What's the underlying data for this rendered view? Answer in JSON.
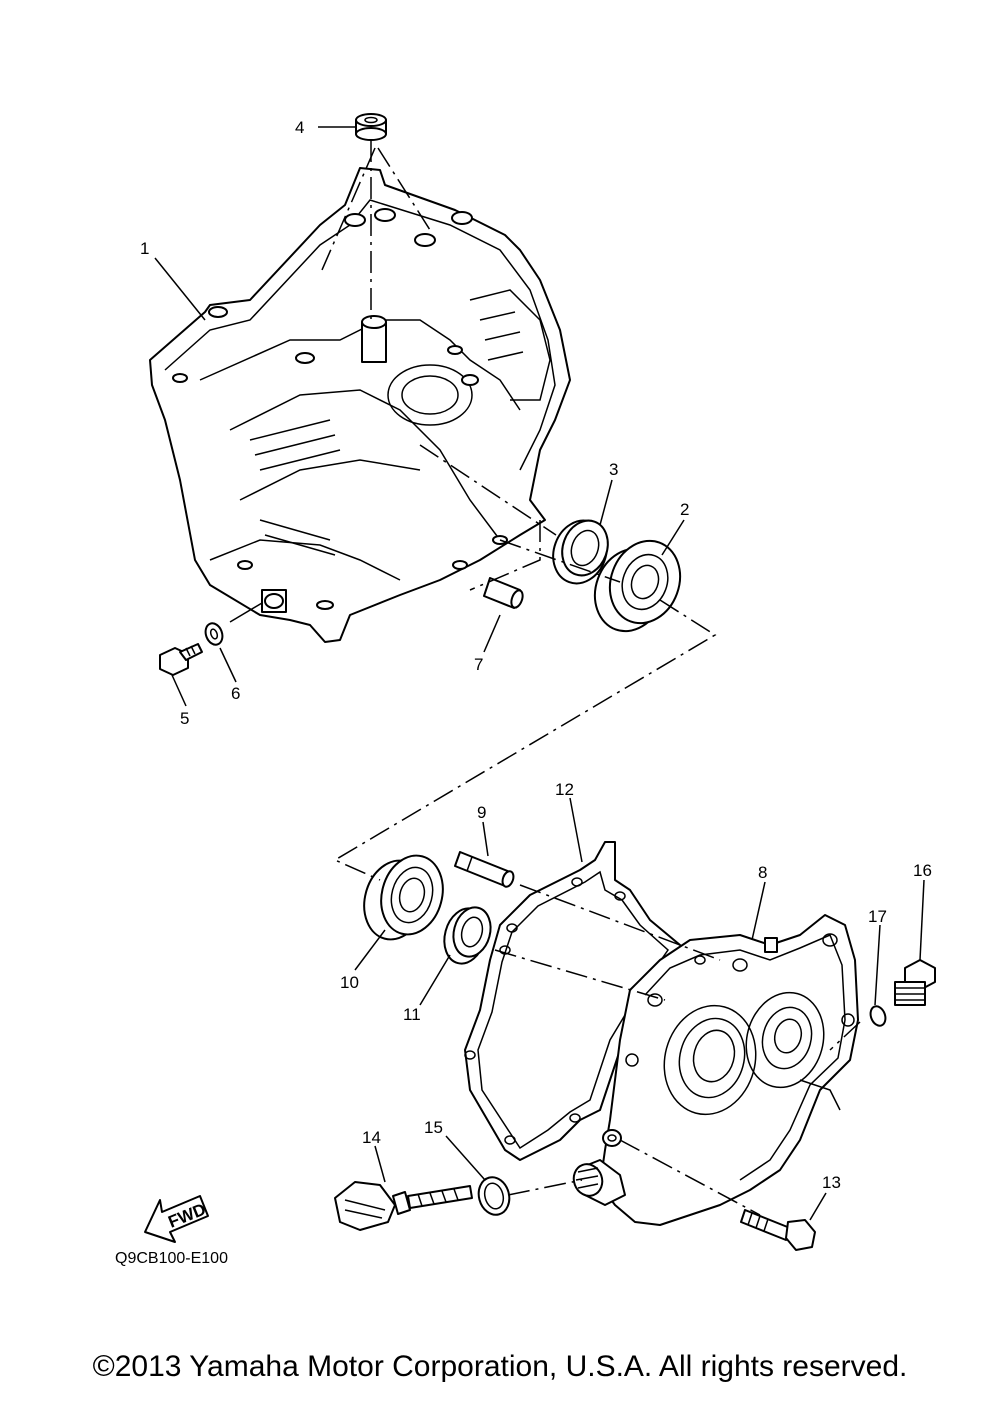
{
  "diagram": {
    "code": "Q9CB100-E100",
    "fwd_label": "FWD",
    "callouts": [
      "1",
      "2",
      "3",
      "4",
      "5",
      "6",
      "7",
      "8",
      "9",
      "10",
      "11",
      "12",
      "13",
      "14",
      "15",
      "16",
      "17"
    ]
  },
  "footer": {
    "copyright": "©2013 Yamaha Motor Corporation, U.S.A. All rights reserved."
  }
}
